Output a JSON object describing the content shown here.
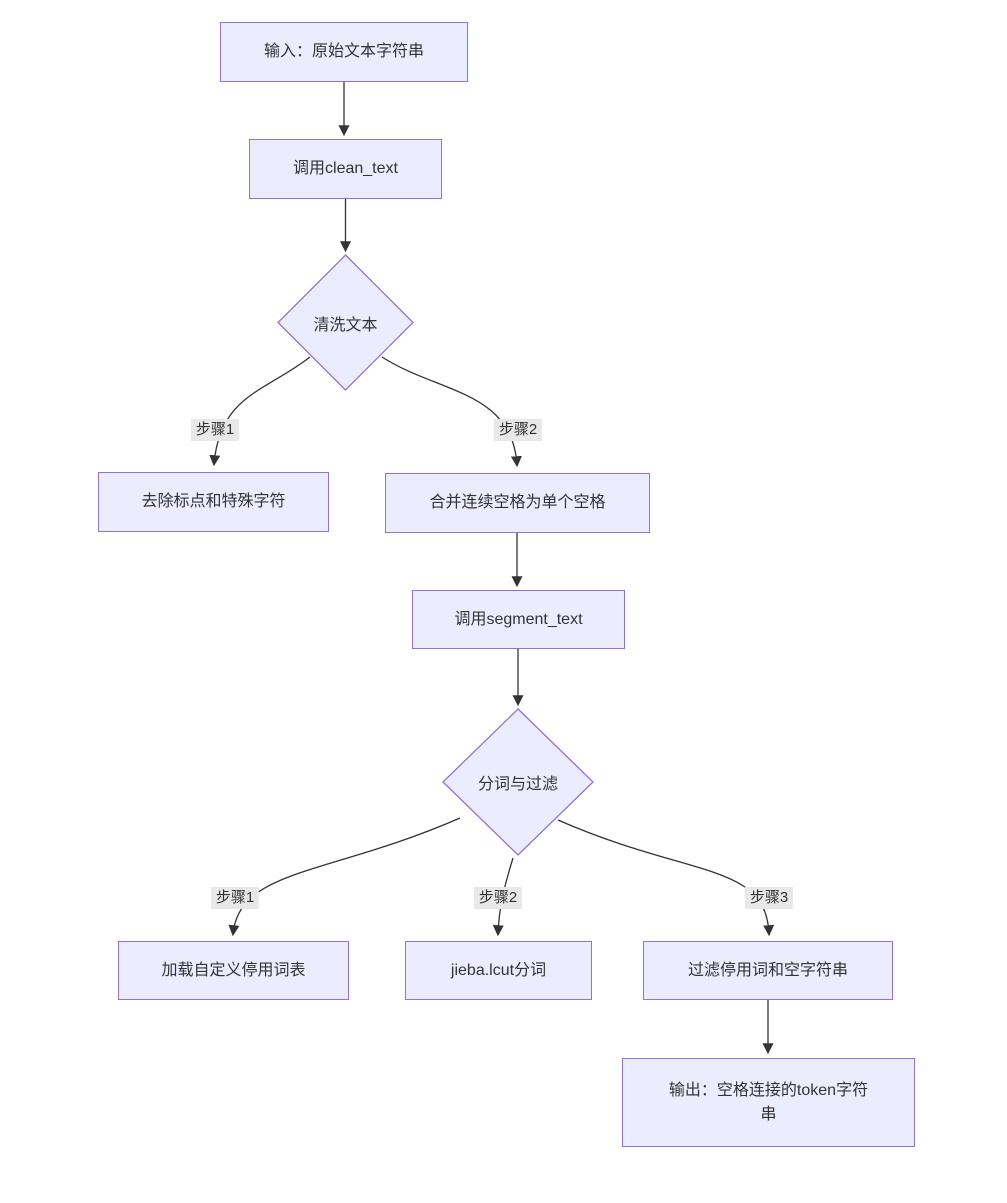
{
  "diagram": {
    "type": "flowchart-top-down",
    "colors": {
      "node_fill": "#ECECFF",
      "node_border": "#9370DB",
      "edge": "#333333",
      "edge_label_bg": "#e8e8e8",
      "text": "#333333",
      "background": "#ffffff"
    },
    "nodes": {
      "input": {
        "label": "输入：原始文本字符串",
        "shape": "rect"
      },
      "clean_call": {
        "label": "调用clean_text",
        "shape": "rect"
      },
      "clean_decision": {
        "label": "清洗文本",
        "shape": "diamond"
      },
      "remove_punct": {
        "label": "去除标点和特殊字符",
        "shape": "rect"
      },
      "merge_spaces": {
        "label": "合并连续空格为单个空格",
        "shape": "rect"
      },
      "segment_call": {
        "label": "调用segment_text",
        "shape": "rect"
      },
      "segment_decision": {
        "label": "分词与过滤",
        "shape": "diamond"
      },
      "load_stopwords": {
        "label": "加载自定义停用词表",
        "shape": "rect"
      },
      "jieba_cut": {
        "label": "jieba.lcut分词",
        "shape": "rect"
      },
      "filter_stopwords": {
        "label": "过滤停用词和空字符串",
        "shape": "rect"
      },
      "output": {
        "label": "输出：空格连接的token字符串",
        "shape": "rect"
      }
    },
    "edge_labels": {
      "clean_step1": "步骤1",
      "clean_step2": "步骤2",
      "segment_step1": "步骤1",
      "segment_step2": "步骤2",
      "segment_step3": "步骤3"
    },
    "edges": [
      {
        "from": "input",
        "to": "clean_call"
      },
      {
        "from": "clean_call",
        "to": "clean_decision"
      },
      {
        "from": "clean_decision",
        "to": "remove_punct",
        "label": "步骤1"
      },
      {
        "from": "clean_decision",
        "to": "merge_spaces",
        "label": "步骤2"
      },
      {
        "from": "merge_spaces",
        "to": "segment_call"
      },
      {
        "from": "segment_call",
        "to": "segment_decision"
      },
      {
        "from": "segment_decision",
        "to": "load_stopwords",
        "label": "步骤1"
      },
      {
        "from": "segment_decision",
        "to": "jieba_cut",
        "label": "步骤2"
      },
      {
        "from": "segment_decision",
        "to": "filter_stopwords",
        "label": "步骤3"
      },
      {
        "from": "filter_stopwords",
        "to": "output"
      }
    ]
  }
}
